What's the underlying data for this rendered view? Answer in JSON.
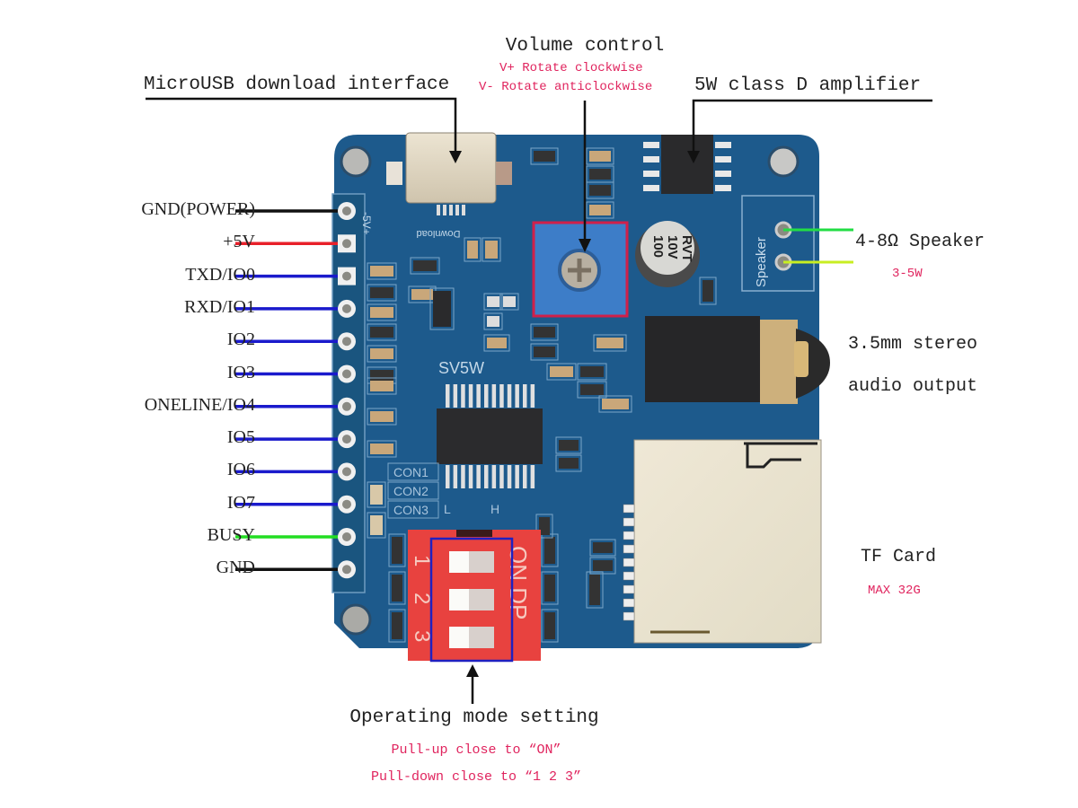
{
  "annotations": {
    "microusb": "MicroUSB download interface",
    "volume_title": "Volume control",
    "volume_up": "V+ Rotate clockwise",
    "volume_down": "V- Rotate anticlockwise",
    "amplifier": "5W class D amplifier",
    "speaker": "4-8Ω Speaker",
    "speaker_power": "3-5W",
    "audio_line1": "3.5mm stereo",
    "audio_line2": "audio output",
    "tf_card": "TF Card",
    "tf_max": "MAX 32G",
    "mode_title": "Operating mode setting",
    "mode_pullup": "Pull-up close to “ON”",
    "mode_pulldown": "Pull-down close to “1 2 3”"
  },
  "pins": [
    {
      "label": "GND(POWER)",
      "wire": "#111111"
    },
    {
      "label": "+5V",
      "wire": "#e8202a"
    },
    {
      "label": "TXD/IO0",
      "wire": "#1a1acc"
    },
    {
      "label": "RXD/IO1",
      "wire": "#1a1acc"
    },
    {
      "label": "IO2",
      "wire": "#1a1acc"
    },
    {
      "label": "IO3",
      "wire": "#1a1acc"
    },
    {
      "label": "ONELINE/IO4",
      "wire": "#1a1acc"
    },
    {
      "label": "IO5",
      "wire": "#1a1acc"
    },
    {
      "label": "IO6",
      "wire": "#1a1acc"
    },
    {
      "label": "IO7",
      "wire": "#1a1acc"
    },
    {
      "label": "BUSY",
      "wire": "#22dd22"
    },
    {
      "label": "GND",
      "wire": "#111111"
    }
  ],
  "board": {
    "chip_label": "SV5W",
    "usb_silk": "Download",
    "header_silk": "-5V+",
    "con_labels": [
      "CON1",
      "CON2",
      "CON3"
    ],
    "lh_labels": [
      "L",
      "H"
    ],
    "cap_text": [
      "100",
      "10V",
      "RVT"
    ],
    "speaker_silk": "Speaker",
    "dip_on": "ON DP",
    "dip_numbers": [
      "1",
      "2",
      "3"
    ]
  },
  "colors": {
    "pcb": "#1d5a8c",
    "pcb_dark": "#154a75",
    "highlight_red": "#d0204a",
    "highlight_blue": "#2020c0",
    "speaker_wire_top": "#22dd44",
    "speaker_wire_bottom": "#c8ee22",
    "dip": "#e8423f"
  }
}
